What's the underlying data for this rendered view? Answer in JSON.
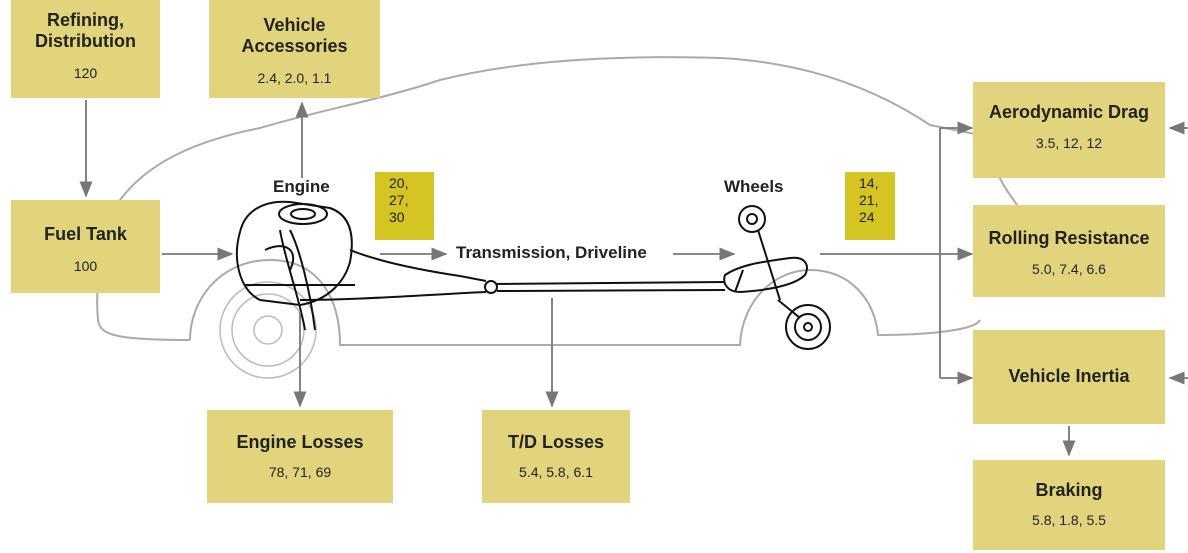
{
  "boxes": {
    "refining": {
      "title": "Refining,\nDistribution",
      "values": "120"
    },
    "fuel_tank": {
      "title": "Fuel Tank",
      "values": "100"
    },
    "accessories": {
      "title": "Vehicle\nAccessories",
      "values": "2.4, 2.0, 1.1"
    },
    "engine_losses": {
      "title": "Engine Losses",
      "values": "78, 71, 69"
    },
    "td_losses": {
      "title": "T/D Losses",
      "values": "5.4, 5.8, 6.1"
    },
    "aero": {
      "title": "Aerodynamic Drag",
      "values": "3.5, 12, 12"
    },
    "rolling": {
      "title": "Rolling Resistance",
      "values": "5.0, 7.4, 6.6"
    },
    "inertia": {
      "title": "Vehicle Inertia",
      "values": ""
    },
    "braking": {
      "title": "Braking",
      "values": "5.8, 1.8, 5.5"
    }
  },
  "labels": {
    "engine": "Engine",
    "transmission": "Transmission, Driveline",
    "wheels": "Wheels"
  },
  "tags": {
    "engine_output": "20,\n27,\n30",
    "wheel_output": "14,\n21,\n24"
  },
  "colors": {
    "box": "#e2d47c",
    "tag": "#d4c522",
    "arrow": "#777777",
    "outline": "#aaaaaa"
  }
}
